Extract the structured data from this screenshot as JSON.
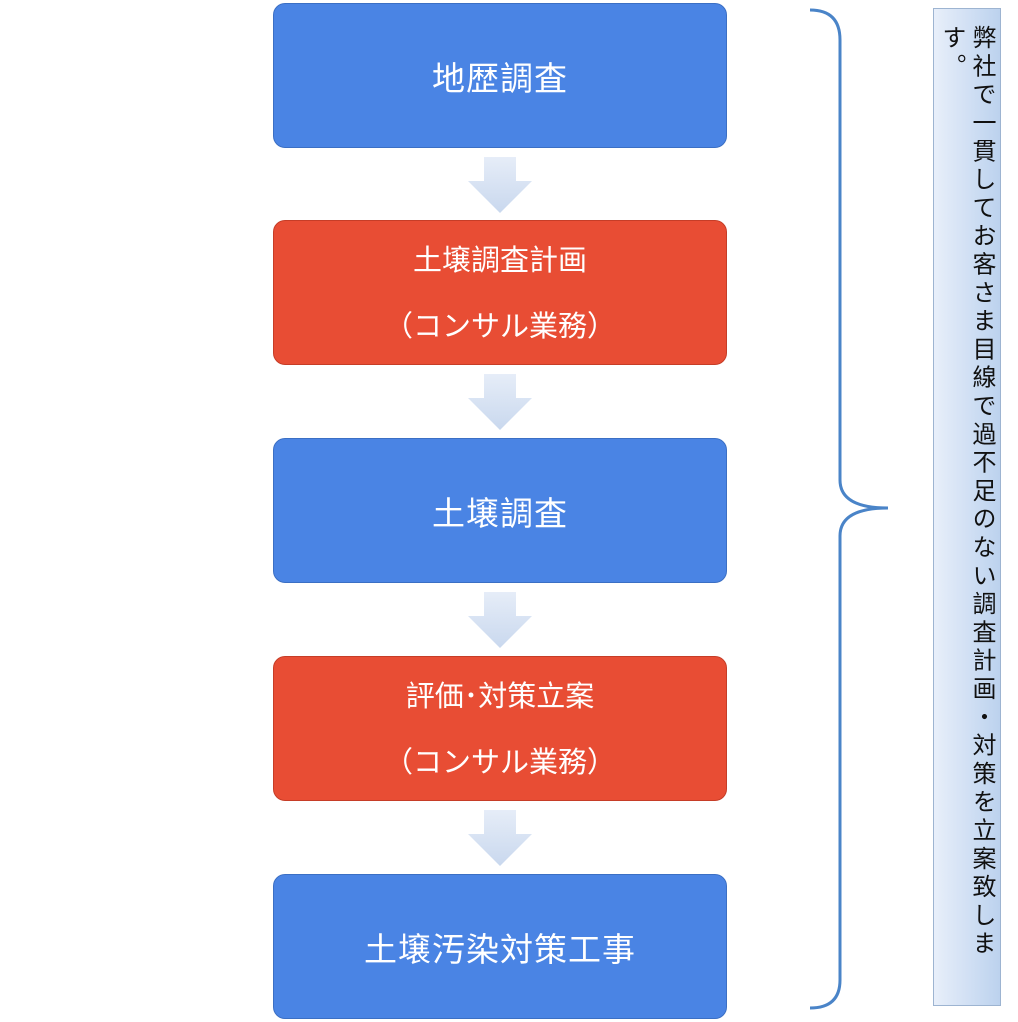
{
  "steps": [
    {
      "label": "地歴調査"
    },
    {
      "line1": "土壌調査計画",
      "line2": "（コンサル業務）"
    },
    {
      "label": "土壌調査"
    },
    {
      "line1": "評価･対策立案",
      "line2": "（コンサル業務）"
    },
    {
      "label": "土壌汚染対策工事"
    }
  ],
  "note": {
    "text": "弊社で一貫してお客さま目線で過不足のない調査計画・対策を立案致します。"
  },
  "colors": {
    "blue_step": "#4a84e4",
    "red_step": "#e84d34",
    "arrow": "#d6e2f3",
    "brace": "#4a84c8"
  }
}
